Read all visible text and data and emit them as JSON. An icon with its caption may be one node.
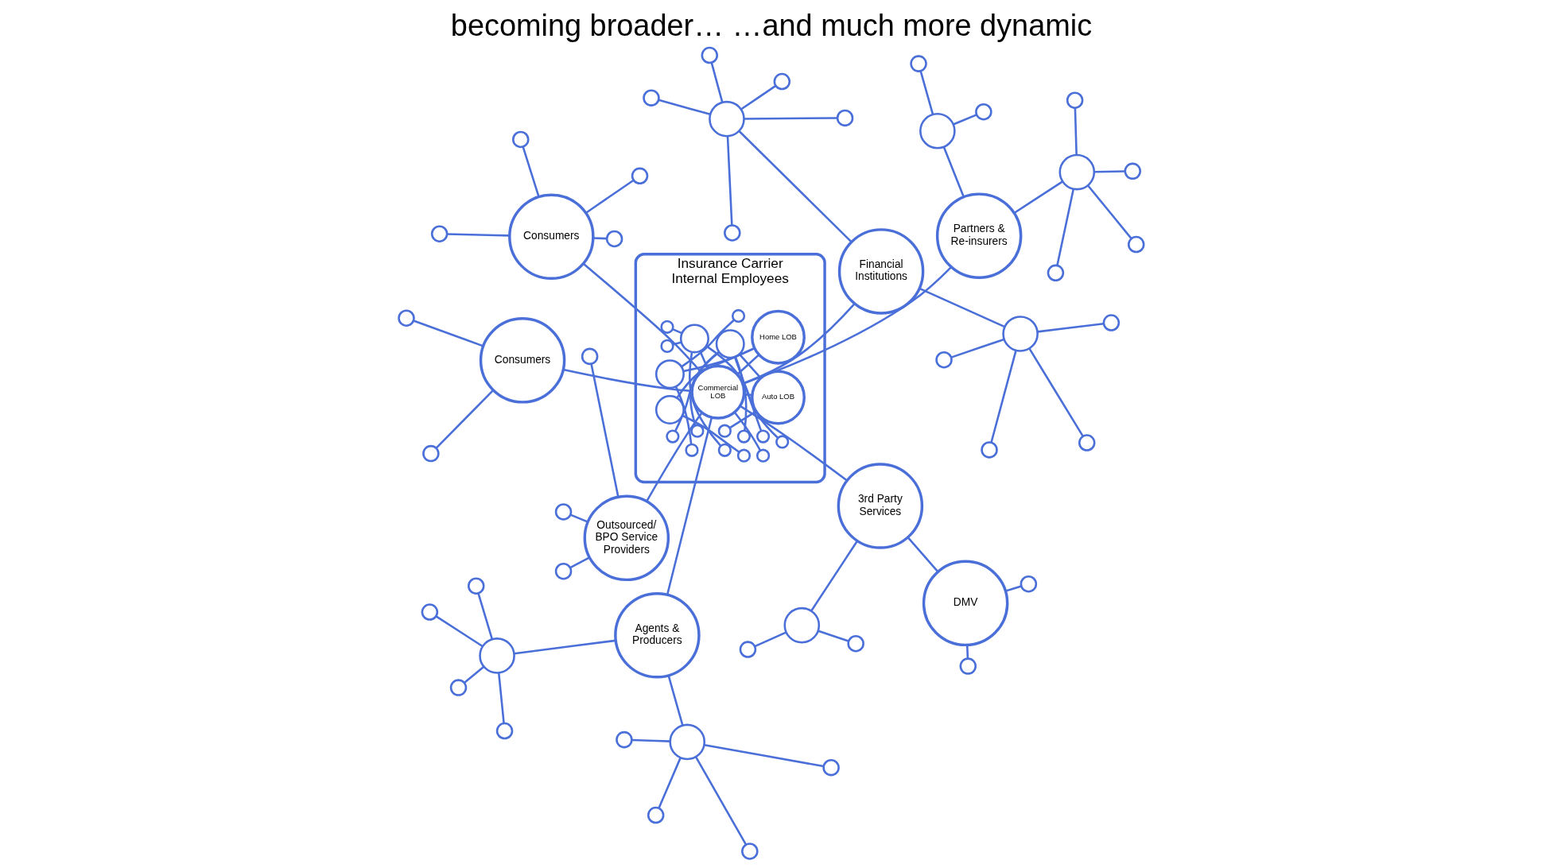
{
  "diagram": {
    "title": "becoming broader… …and much more dynamic",
    "nodes": [
      {
        "text": [
          "Insurance Carrier",
          "Internal Employees"
        ]
      },
      {
        "text": [
          "Commercial LOB"
        ],
        "in": 0
      },
      {
        "text": [
          "Auto LOB"
        ],
        "in": 0
      },
      {
        "text": [
          "Home LOB"
        ],
        "in": 0
      },
      {
        "text": [],
        "shape": "circle",
        "in": 0
      },
      {
        "text": [],
        "shape": "circle",
        "in": 0
      },
      {
        "text": [],
        "shape": "circle",
        "in": 0
      },
      {
        "text": [],
        "shape": "circle",
        "in": 0
      },
      {
        "text": [],
        "shape": "circle",
        "in": 0
      },
      {
        "text": [],
        "shape": "circle",
        "in": 0
      },
      {
        "text": [],
        "shape": "circle",
        "in": 0
      },
      {
        "text": [],
        "shape": "circle",
        "in": 0
      },
      {
        "text": [],
        "shape": "circle",
        "in": 0
      },
      {
        "text": [],
        "shape": "circle",
        "in": 0
      },
      {
        "text": [],
        "shape": "circle",
        "in": 0
      },
      {
        "text": [],
        "shape": "circle",
        "in": 0
      },
      {
        "text": [],
        "shape": "circle",
        "in": 0
      },
      {
        "text": [],
        "shape": "circle",
        "in": 0
      },
      {
        "text": [],
        "shape": "circle",
        "in": 0
      },
      {
        "text": [],
        "shape": "circle",
        "in": 0
      },
      {
        "text": [],
        "shape": "circle",
        "in": 0
      },
      {
        "text": [
          "Agents & Producers"
        ]
      },
      {
        "text": [],
        "shape": "circle"
      },
      {
        "text": [],
        "shape": "circle"
      },
      {
        "text": [],
        "shape": "circle"
      },
      {
        "text": [],
        "shape": "circle"
      },
      {
        "text": [],
        "shape": "circle"
      },
      {
        "text": [],
        "shape": "circle"
      },
      {
        "text": [],
        "shape": "circle"
      },
      {
        "text": [],
        "shape": "circle"
      },
      {
        "text": [],
        "shape": "circle"
      },
      {
        "text": [],
        "shape": "circle"
      },
      {
        "text": [
          "Partners & Re-insurers"
        ]
      },
      {
        "text": [],
        "shape": "circle"
      },
      {
        "text": [],
        "shape": "circle"
      },
      {
        "text": [],
        "shape": "circle"
      },
      {
        "text": [],
        "shape": "circle"
      },
      {
        "text": [],
        "shape": "circle"
      },
      {
        "text": [],
        "shape": "circle"
      },
      {
        "text": [],
        "shape": "circle"
      },
      {
        "text": [],
        "shape": "circle"
      },
      {
        "text": [
          "Consumers"
        ]
      },
      {
        "text": [],
        "shape": "circle"
      },
      {
        "text": [],
        "shape": "circle"
      },
      {
        "text": [
          "Financial Institutions"
        ]
      },
      {
        "text": [],
        "shape": "circle"
      },
      {
        "text": [],
        "shape": "circle"
      },
      {
        "text": [],
        "shape": "circle"
      },
      {
        "text": [],
        "shape": "circle"
      },
      {
        "text": [],
        "shape": "circle"
      },
      {
        "text": [],
        "shape": "circle"
      },
      {
        "text": [],
        "shape": "circle"
      },
      {
        "text": [],
        "shape": "circle"
      },
      {
        "text": [],
        "shape": "circle"
      },
      {
        "text": [],
        "shape": "circle"
      },
      {
        "text": [],
        "shape": "circle"
      },
      {
        "text": [
          "Outsourced/ BPO Service Providers"
        ]
      },
      {
        "text": [],
        "shape": "circle"
      },
      {
        "text": [],
        "shape": "circle"
      },
      {
        "text": [],
        "shape": "circle"
      },
      {
        "text": [
          "Consumers"
        ]
      },
      {
        "text": [],
        "shape": "circle"
      },
      {
        "text": [],
        "shape": "circle"
      },
      {
        "text": [],
        "shape": "circle"
      },
      {
        "text": [],
        "shape": "circle"
      },
      {
        "text": [
          "3rd Party Services"
        ]
      },
      {
        "text": [
          "DMV"
        ]
      },
      {
        "text": [],
        "shape": "circle"
      },
      {
        "text": [],
        "shape": "circle"
      },
      {
        "text": [],
        "shape": "circle"
      },
      {
        "text": [],
        "shape": "circle"
      },
      {
        "text": [],
        "shape": "circle"
      }
    ],
    "edges": [
      {
        "from": 1,
        "to": 2,
        "arrow": "none"
      },
      {
        "from": 1,
        "to": 3,
        "arrow": "none"
      },
      {
        "from": 4,
        "to": 2,
        "arrow": "none"
      },
      {
        "from": 2,
        "to": 5,
        "arrow": "none"
      },
      {
        "from": 5,
        "to": 6,
        "arrow": "none"
      },
      {
        "from": 5,
        "to": 7,
        "arrow": "none"
      },
      {
        "from": 5,
        "to": 8,
        "arrow": "none"
      },
      {
        "from": 5,
        "to": 9,
        "arrow": "none"
      },
      {
        "from": 1,
        "to": 10,
        "arrow": "none"
      },
      {
        "from": 10,
        "to": 11,
        "arrow": "none"
      },
      {
        "from": 10,
        "to": 12,
        "arrow": "none"
      },
      {
        "from": 10,
        "to": 13,
        "arrow": "none"
      },
      {
        "from": 10,
        "to": 14,
        "arrow": "none"
      },
      {
        "from": 3,
        "to": 15,
        "arrow": "none"
      },
      {
        "from": 15,
        "to": 16,
        "arrow": "none"
      },
      {
        "from": 15,
        "to": 17,
        "arrow": "none"
      },
      {
        "from": 3,
        "to": 18,
        "arrow": "none"
      },
      {
        "from": 18,
        "to": 19,
        "arrow": "none"
      },
      {
        "from": 1,
        "to": 20,
        "arrow": "none"
      },
      {
        "from": 21,
        "to": 0,
        "arrow": "none"
      },
      {
        "from": 22,
        "to": 21,
        "arrow": "none"
      },
      {
        "from": 22,
        "to": 23,
        "arrow": "none"
      },
      {
        "from": 22,
        "to": 24,
        "arrow": "none"
      },
      {
        "from": 22,
        "to": 25,
        "arrow": "none"
      },
      {
        "from": 22,
        "to": 26,
        "arrow": "none"
      },
      {
        "from": 21,
        "to": 27,
        "arrow": "none"
      },
      {
        "from": 27,
        "to": 28,
        "arrow": "none"
      },
      {
        "from": 27,
        "to": 29,
        "arrow": "none"
      },
      {
        "from": 27,
        "to": 30,
        "arrow": "none"
      },
      {
        "from": 27,
        "to": 31,
        "arrow": "none"
      },
      {
        "from": 32,
        "to": 0,
        "arrow": "none"
      },
      {
        "from": 33,
        "to": 32,
        "arrow": "none"
      },
      {
        "from": 33,
        "to": 34,
        "arrow": "none"
      },
      {
        "from": 33,
        "to": 35,
        "arrow": "none"
      },
      {
        "from": 32,
        "to": 36,
        "arrow": "none"
      },
      {
        "from": 36,
        "to": 37,
        "arrow": "none"
      },
      {
        "from": 36,
        "to": 38,
        "arrow": "none"
      },
      {
        "from": 36,
        "to": 39,
        "arrow": "none"
      },
      {
        "from": 36,
        "to": 40,
        "arrow": "none"
      },
      {
        "from": 41,
        "to": 0,
        "arrow": "none"
      },
      {
        "from": 41,
        "to": 42,
        "arrow": "none"
      },
      {
        "from": 41,
        "to": 43,
        "arrow": "none"
      },
      {
        "from": 44,
        "to": 0,
        "arrow": "none"
      },
      {
        "from": 45,
        "to": 44,
        "arrow": "none"
      },
      {
        "from": 45,
        "to": 46,
        "arrow": "none"
      },
      {
        "from": 45,
        "to": 47,
        "arrow": "none"
      },
      {
        "from": 45,
        "to": 48,
        "arrow": "none"
      },
      {
        "from": 45,
        "to": 49,
        "arrow": "none"
      },
      {
        "from": 50,
        "to": 44,
        "arrow": "none"
      },
      {
        "from": 50,
        "to": 51,
        "arrow": "none"
      },
      {
        "from": 50,
        "to": 52,
        "arrow": "none"
      },
      {
        "from": 50,
        "to": 53,
        "arrow": "none"
      },
      {
        "from": 50,
        "to": 54,
        "arrow": "none"
      },
      {
        "from": 50,
        "to": 55,
        "arrow": "none"
      },
      {
        "from": 56,
        "to": 0,
        "arrow": "none"
      },
      {
        "from": 56,
        "to": 57,
        "arrow": "none"
      },
      {
        "from": 56,
        "to": 58,
        "arrow": "none"
      },
      {
        "from": 56,
        "to": 59,
        "arrow": "none"
      },
      {
        "from": 0,
        "to": 60,
        "arrow": "none"
      },
      {
        "from": 60,
        "to": 61,
        "arrow": "none"
      },
      {
        "from": 60,
        "to": 62,
        "arrow": "none"
      },
      {
        "from": 60,
        "to": 63,
        "arrow": "none"
      },
      {
        "from": 60,
        "to": 64,
        "arrow": "none"
      },
      {
        "from": 0,
        "to": 65,
        "arrow": "none"
      },
      {
        "from": 65,
        "to": 66,
        "arrow": "none"
      },
      {
        "from": 66,
        "to": 67,
        "arrow": "none"
      },
      {
        "from": 66,
        "to": 68,
        "arrow": "none"
      },
      {
        "from": 65,
        "to": 69,
        "arrow": "none"
      },
      {
        "from": 69,
        "to": 70,
        "arrow": "none"
      },
      {
        "from": 69,
        "to": 71,
        "arrow": "none"
      }
    ]
  }
}
